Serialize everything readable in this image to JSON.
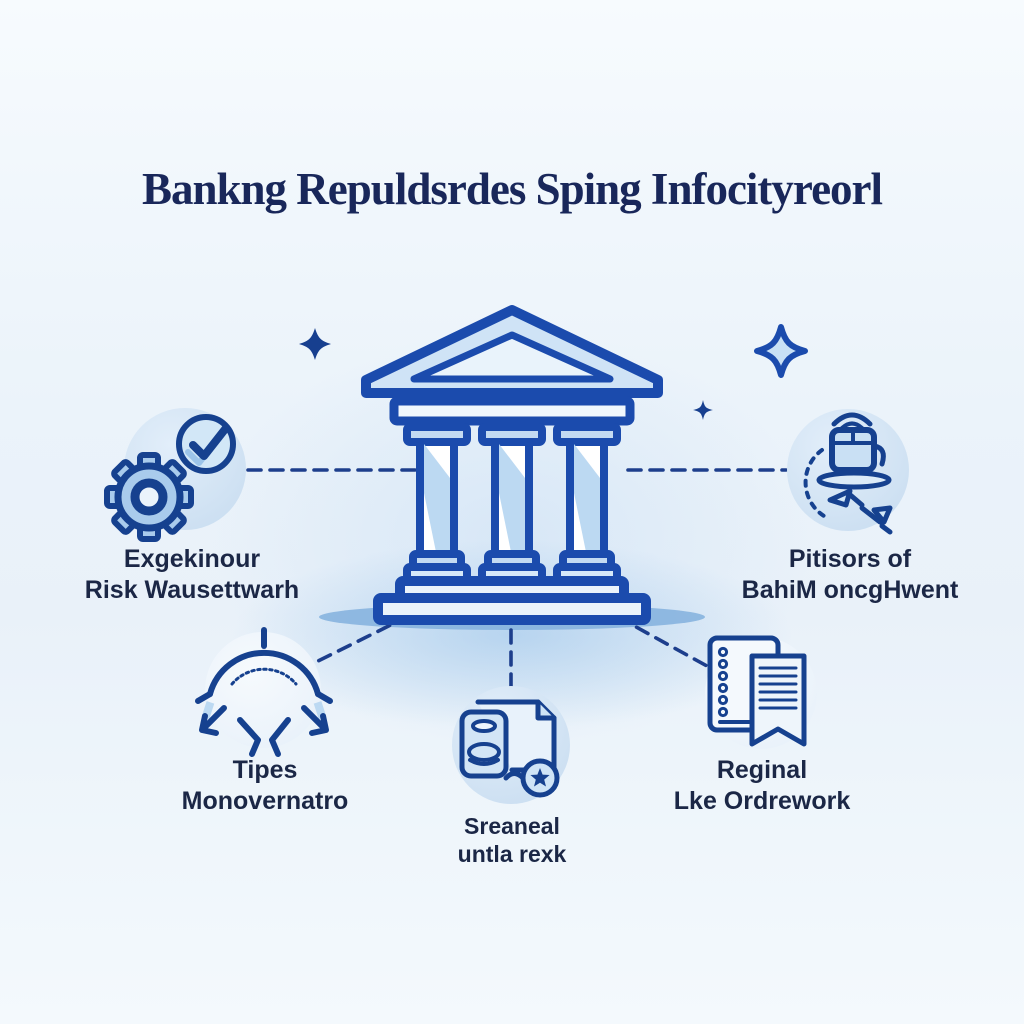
{
  "title": "Bankng Repuldsrdes Sping Infocityreorl",
  "center": {
    "icon": "bank-building-icon"
  },
  "nodes": {
    "left": {
      "icon": "gear-check-icon",
      "label1": "Exgekinour",
      "label2": "Risk Wausettwarh"
    },
    "right": {
      "icon": "lock-plate-arrows-icon",
      "label1": "Pitisors of",
      "label2": "BahiM oncgHwent"
    },
    "bottomLeft": {
      "icon": "spread-arrows-icon",
      "label1": "Tipes",
      "label2": "Monovernatro"
    },
    "bottomCenter": {
      "icon": "document-seal-icon",
      "label1": "Sreaneal",
      "label2": "untla rexk"
    },
    "bottomRight": {
      "icon": "checklist-certificate-icon",
      "label1": "Reginal",
      "label2": "Lke Ordrework"
    }
  },
  "decorations": [
    "sparkle-star-left",
    "sparkle-star-right-large",
    "sparkle-star-right-small"
  ],
  "colors": {
    "outline_navy": "#1b4bad",
    "dash_navy": "#1d3e8c",
    "title_navy": "#19275a",
    "label_navy": "#1b2746",
    "fill_light_blue": "#d6e9f9",
    "fill_lighter": "#ecf5fc",
    "circle_bg": "#d3e4f4",
    "shadow_blue": "#82b0dd",
    "background": "#f1f7fc"
  }
}
